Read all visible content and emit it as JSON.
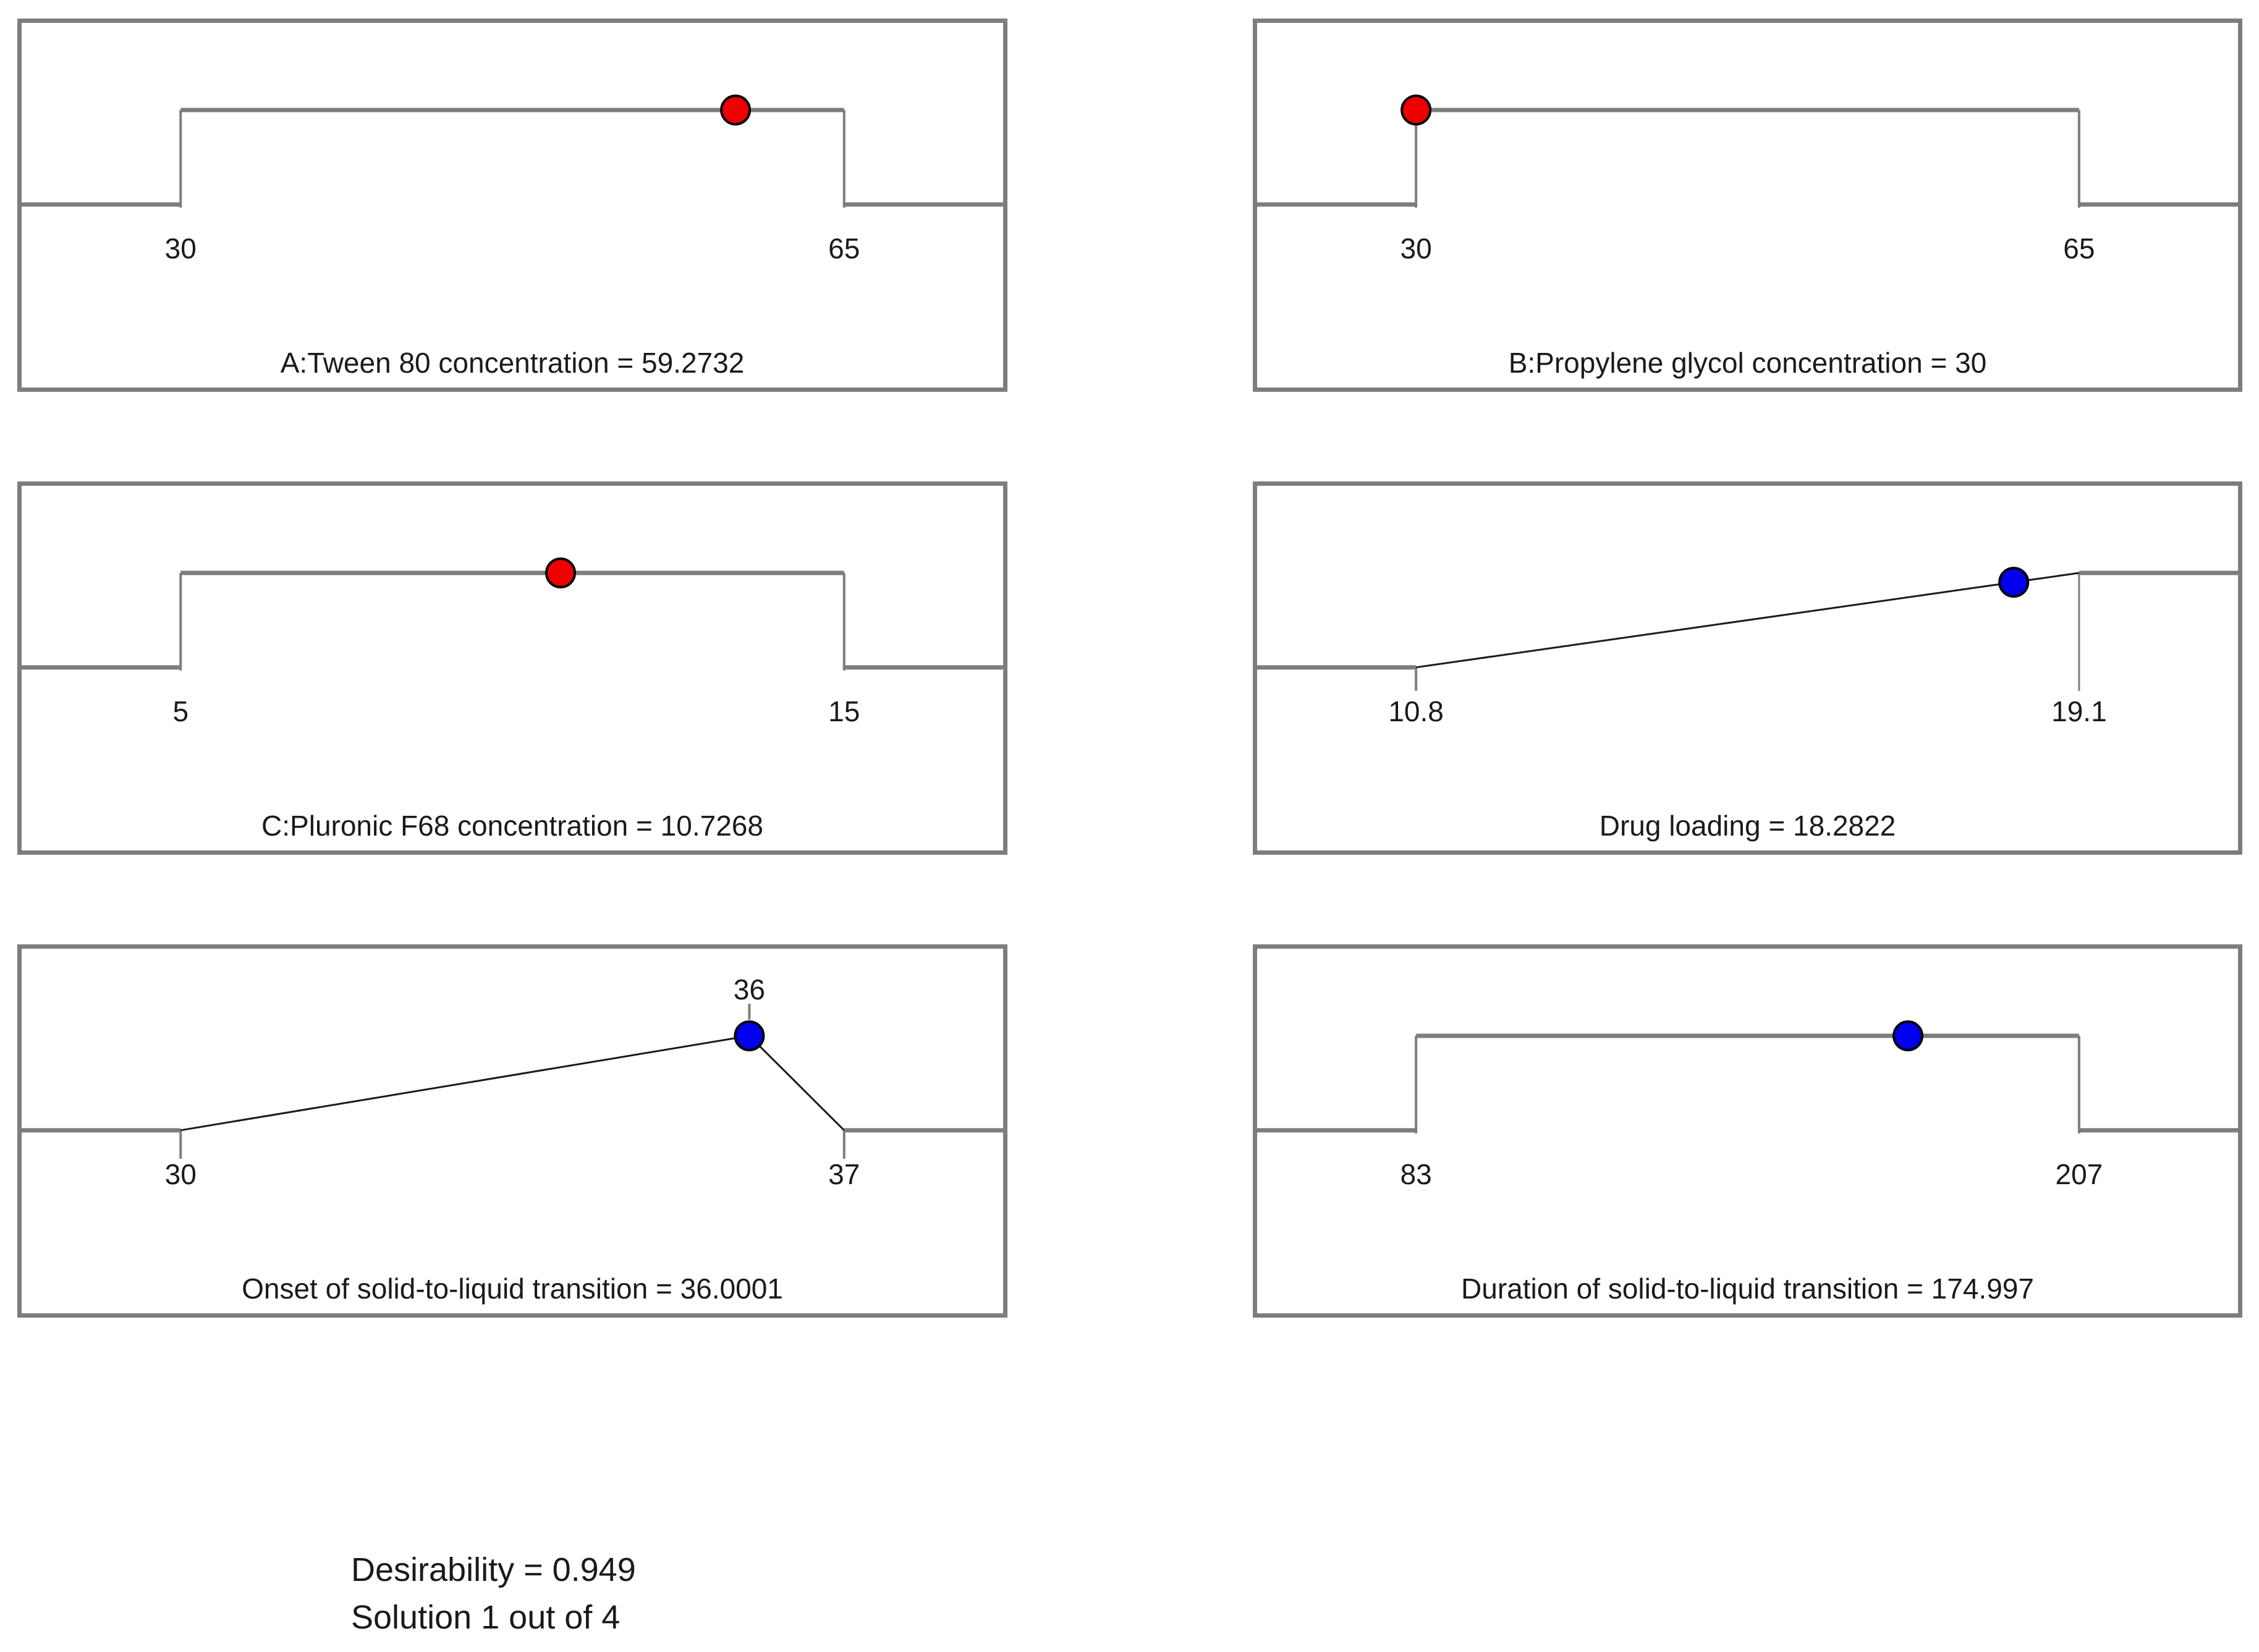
{
  "page": {
    "background": "#ffffff",
    "footer": {
      "desirability_line": "Desirability = 0.949",
      "solution_line": "Solution 1 out of 4"
    }
  },
  "chart_data": {
    "type": "line",
    "subtype": "desirability-ramps",
    "title": "",
    "desirability": 0.949,
    "solution_index": 1,
    "solution_count": 4,
    "layout": {
      "grid": "3 rows x 2 columns",
      "x1_frac": 0.162,
      "x2_frac": 0.838,
      "low_frac": 0.498,
      "top_frac": 0.239,
      "dot_radius": 23,
      "dot_stroke_width": 4,
      "colors": {
        "ramp": "#7d7d7d",
        "segment": "#1a1a1a",
        "dot_stroke": "#000000",
        "factor_dot": "#ee0000",
        "response_dot": "#0000ee"
      }
    },
    "ramps": [
      {
        "name": "A:Tween 80 concentration",
        "value": 59.2732,
        "caption": "A:Tween 80 concentration = 59.2732",
        "range": [
          30,
          65
        ],
        "low_label": "30",
        "high_label": "65",
        "shape": "plateau",
        "role": "factor",
        "dot_fraction": 0.83638,
        "dot_color": "#ee0000"
      },
      {
        "name": "B:Propylene glycol concentration",
        "value": 30,
        "caption": "B:Propylene glycol concentration = 30",
        "range": [
          30,
          65
        ],
        "low_label": "30",
        "high_label": "65",
        "shape": "plateau",
        "role": "factor",
        "dot_fraction": 0,
        "dot_color": "#ee0000"
      },
      {
        "name": "C:Pluronic F68 concentration",
        "value": 10.7268,
        "caption": "C:Pluronic F68 concentration = 10.7268",
        "range": [
          5,
          15
        ],
        "low_label": "5",
        "high_label": "15",
        "shape": "plateau",
        "role": "factor",
        "dot_fraction": 0.57268,
        "dot_color": "#ee0000"
      },
      {
        "name": "Drug loading",
        "value": 18.2822,
        "caption": "Drug loading = 18.2822",
        "range": [
          10.8,
          19.1
        ],
        "low_label": "10.8",
        "high_label": "19.1",
        "shape": "rising",
        "role": "response",
        "dot_fraction": 0.90147,
        "dot_color": "#0000ee"
      },
      {
        "name": "Onset of solid-to-liquid transition",
        "value": 36.0001,
        "caption": "Onset of solid-to-liquid transition = 36.0001",
        "range": [
          30,
          37
        ],
        "low_label": "30",
        "high_label": "37",
        "peak_label": "36",
        "peak_value": 36,
        "shape": "peak",
        "role": "response",
        "peak_fraction": 0.857143,
        "dot_fraction": 0.857143,
        "dot_color": "#0000ee"
      },
      {
        "name": "Duration of solid-to-liquid transition",
        "value": 174.997,
        "caption": "Duration of solid-to-liquid transition = 174.997",
        "range": [
          83,
          207
        ],
        "low_label": "83",
        "high_label": "207",
        "shape": "plateau",
        "role": "response",
        "dot_fraction": 0.741911,
        "dot_color": "#0000ee"
      }
    ]
  }
}
